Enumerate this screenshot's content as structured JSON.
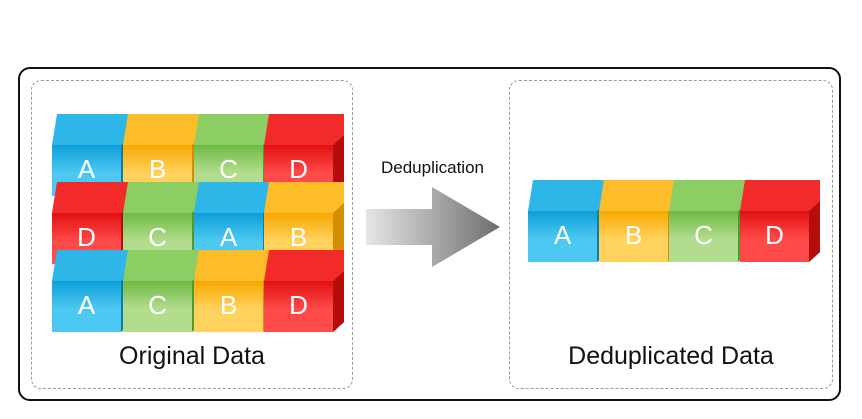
{
  "colors": {
    "A": {
      "front_top": "#4cc8f2",
      "front_bottom": "#0f9fd7",
      "top": "#2fb6e8",
      "side": "#0c7cb0"
    },
    "B": {
      "front_top": "#ffd25e",
      "front_bottom": "#f7a800",
      "top": "#fcbd28",
      "side": "#d58e00"
    },
    "C": {
      "front_top": "#b2dd8e",
      "front_bottom": "#6fba43",
      "top": "#8ccd64",
      "side": "#4f9a2c"
    },
    "D": {
      "front_top": "#ff4a4a",
      "front_bottom": "#e01010",
      "top": "#f32a2a",
      "side": "#b50c0c"
    },
    "arrow_light": "#e6e6e6",
    "arrow_dark": "#6e6e6e"
  },
  "original": {
    "label": "Original Data",
    "rows": [
      [
        "A",
        "B",
        "C",
        "D"
      ],
      [
        "D",
        "C",
        "A",
        "B"
      ],
      [
        "A",
        "C",
        "B",
        "D"
      ]
    ]
  },
  "deduplicated": {
    "label": "Deduplicated Data",
    "blocks": [
      "A",
      "B",
      "C",
      "D"
    ]
  },
  "process": {
    "label": "Deduplication",
    "icon": "right-arrow-icon"
  }
}
